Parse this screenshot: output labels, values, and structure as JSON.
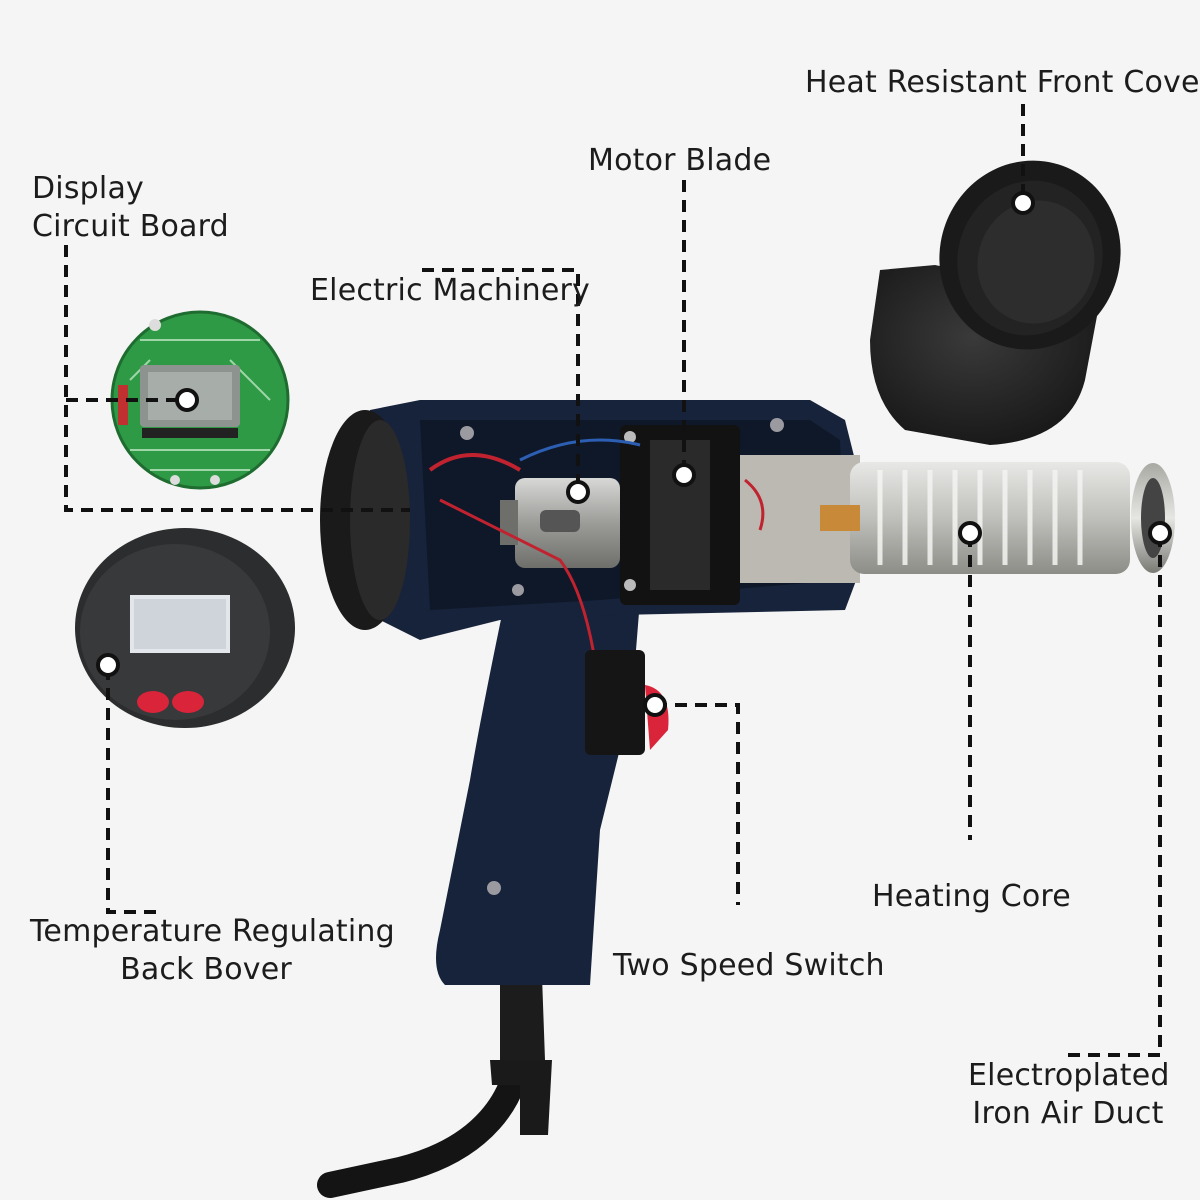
{
  "labels": {
    "heat_resistant_front_cover": "Heat Resistant Front Cover",
    "motor_blade": "Motor Blade",
    "display_circuit_board": [
      "Display",
      "Circuit Board"
    ],
    "electric_machinery": "Electric Machinery",
    "temperature_regulating_back_cover": [
      "Temperature Regulating",
      "Back Bover"
    ],
    "two_speed_switch": "Two Speed Switch",
    "heating_core": "Heating Core",
    "electroplated_iron_air_duct": [
      "Electroplated",
      "Iron Air Duct"
    ]
  },
  "colors": {
    "background": "#f4f5f4",
    "gun_body": "#17233a",
    "pcb_green": "#2f9a46",
    "accent_red": "#d9243a",
    "callout_line": "#111111",
    "text": "#1c1c1c"
  }
}
